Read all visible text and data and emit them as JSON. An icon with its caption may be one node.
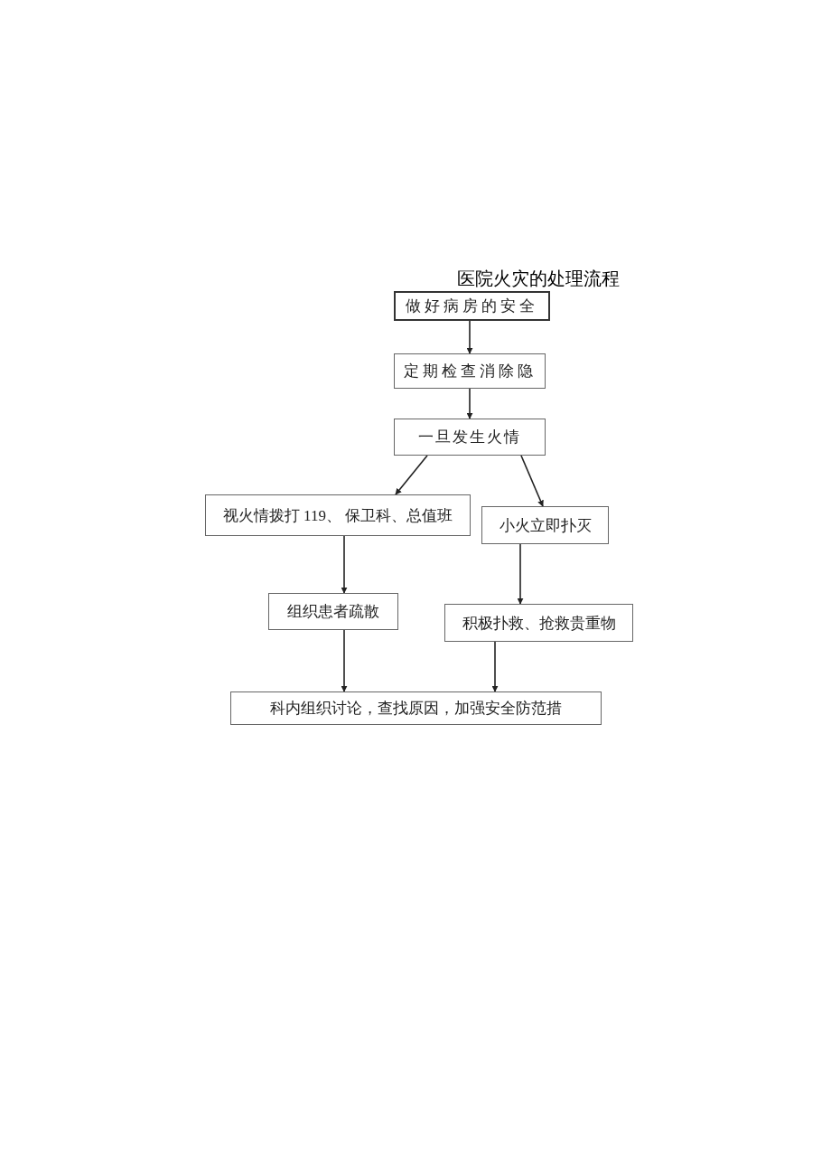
{
  "diagram": {
    "title": "医院火灾的处理流程",
    "nodes": [
      {
        "text": [
          "做好病房的安全"
        ]
      },
      {
        "text": [
          "定期检查消除隐"
        ]
      },
      {
        "text": [
          "一旦发生火情"
        ]
      },
      {
        "text": [
          "视火情拨打 119、 保卫科、总值班"
        ]
      },
      {
        "text": [
          "小火立即扑灭"
        ]
      },
      {
        "text": [
          "组织患者疏散"
        ]
      },
      {
        "text": [
          "积极扑救、抢救贵重物"
        ]
      },
      {
        "text": [
          "科内组织讨论，查找原因，加强安全防范措"
        ]
      }
    ],
    "edges": [
      {
        "from": 0,
        "to": 1,
        "arrow": "to"
      },
      {
        "from": 1,
        "to": 2,
        "arrow": "to"
      },
      {
        "from": 2,
        "to": 3,
        "arrow": "to"
      },
      {
        "from": 2,
        "to": 4,
        "arrow": "to"
      },
      {
        "from": 3,
        "to": 5,
        "arrow": "to"
      },
      {
        "from": 4,
        "to": 6,
        "arrow": "to"
      },
      {
        "from": 5,
        "to": 7,
        "arrow": "to"
      },
      {
        "from": 6,
        "to": 7,
        "arrow": "to"
      }
    ]
  }
}
